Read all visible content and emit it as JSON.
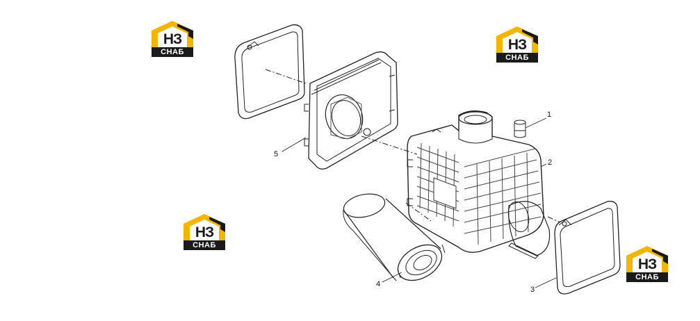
{
  "logo": {
    "big": "НЗ",
    "band": "СНАБ"
  },
  "callouts": [
    "1",
    "2",
    "3",
    "4",
    "5"
  ],
  "colors": {
    "logo_yellow": "#f2b600",
    "logo_dark": "#1a1a1a",
    "line": "#222222"
  }
}
